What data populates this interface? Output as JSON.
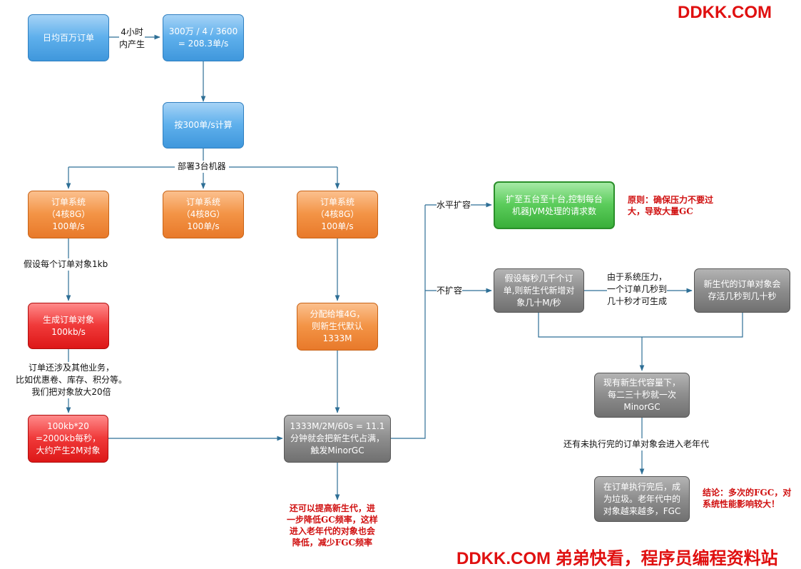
{
  "watermark_top": "DDKK.COM",
  "watermark_bottom": "DDKK.COM 弟弟快看，程序员编程资料站",
  "nodes": {
    "daily_orders": "日均百万订单",
    "per_second": "300万 / 4 / 3600\n= 208.3单/s",
    "calc_300": "按300单/s计算",
    "order_sys_1": "订单系统\n（4核8G）\n100单/s",
    "order_sys_2": "订单系统\n（4核8G）\n100单/s",
    "order_sys_3": "订单系统\n（4核8G）\n100单/s",
    "gen_objects": "生成订单对象\n100kb/s",
    "amplified": "100kb*20\n=2000kb每秒，\n大约产生2M对象",
    "heap_alloc": "分配给堆4G，\n则新生代默认\n1333M",
    "minor_gc_calc": "1333M/2M/60s = 11.1\n分钟就会把新生代占满，\n触发MinorGC",
    "scale_out": "扩至五台至十台,控制每台\n机器JVM处理的请求数",
    "no_scale": "假设每秒几千个订\n单,则新生代新增对\n象几十M/秒",
    "survive": "新生代的订单对象会\n存活几秒到几十秒",
    "minor_gc_freq": "现有新生代容量下，\n每二三十秒就一次\nMinorGC",
    "old_gen": "在订单执行完后，成\n为垃圾。老年代中的\n对象越来越多，FGC"
  },
  "labels": {
    "in_4_hours": "4小时\n内产生",
    "deploy_3": "部署3台机器",
    "assume_1kb": "假设每个订单对象1kb",
    "amplify_note": "订单还涉及其他业务，\n比如优惠卷、库存、积分等。\n我们把对象放大20倍",
    "horizontal_scale": "水平扩容",
    "no_expand": "不扩容",
    "pressure": "由于系统压力，\n一个订单几秒到\n几十秒才可生成",
    "remaining_to_old": "还有未执行完的订单对象会进入老年代"
  },
  "notes": {
    "principle": "原则：确保压力不要过\n大，导致大量GC",
    "increase_young": "还可以提高新生代，进\n一步降低GC频率，这样\n进入老年代的对象也会\n降低，减少FGC频率",
    "conclusion": "结论：多次的FGC，对\n系统性能影响较大！"
  },
  "colors": {
    "blue": "#5fb0ec",
    "orange": "#f39446",
    "red": "#f03a3a",
    "green": "#5bcc5b",
    "gray": "#8e8e8e",
    "connector": "#2e6f96",
    "note_red": "#d01010"
  }
}
